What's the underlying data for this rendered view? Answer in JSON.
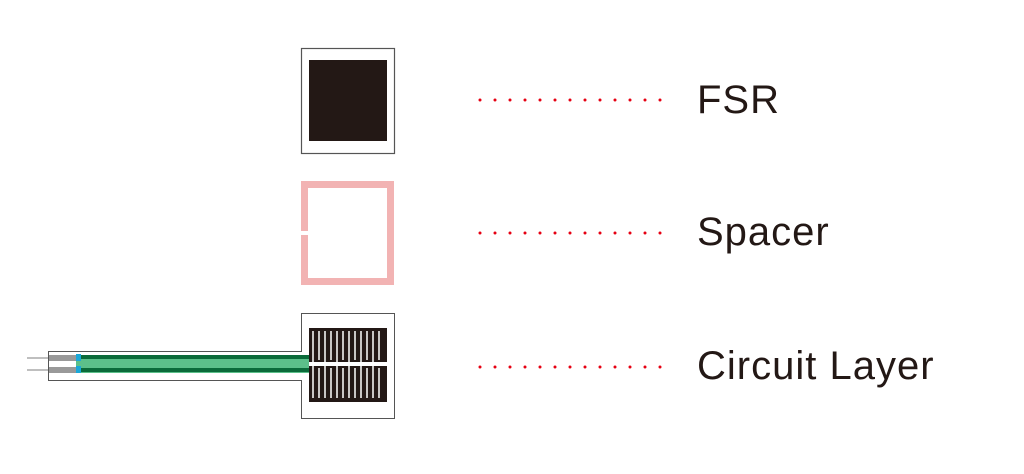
{
  "layers": [
    {
      "label": "FSR"
    },
    {
      "label": "Spacer"
    },
    {
      "label": "Circuit Layer"
    }
  ],
  "colors": {
    "fsr_fill": "#231815",
    "spacer": "#f2b3b3",
    "leader_dots": "#e60012",
    "trace_green": "#0b8a45",
    "trace_light": "#5cc08a",
    "contact_cyan": "#1aa8d8",
    "text": "#231815"
  }
}
